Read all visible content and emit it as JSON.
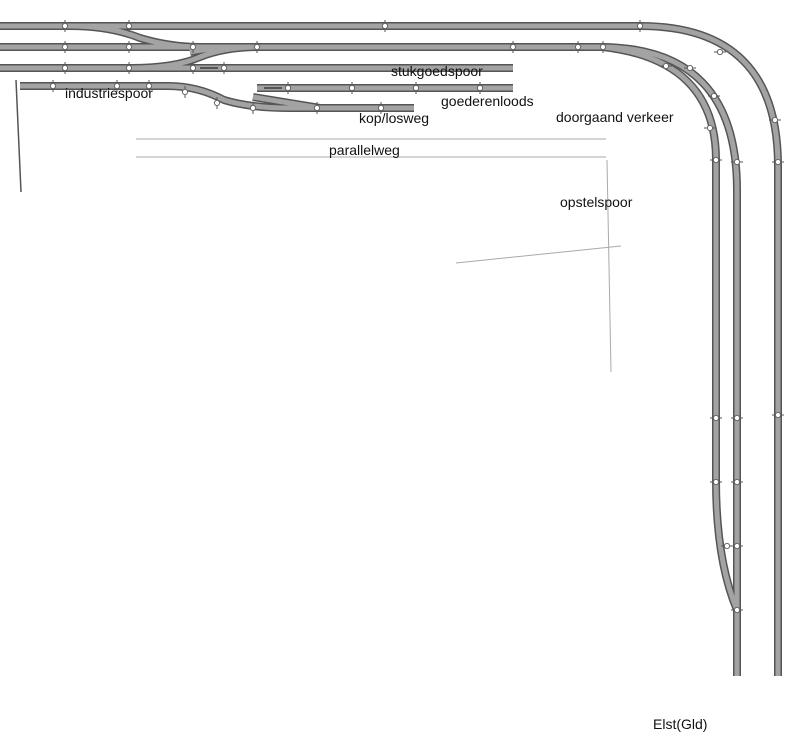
{
  "labels": {
    "stukgoedspoor": "stukgoedspoor",
    "industriespoor": "industriespoor",
    "goederenloods": "goederenloods",
    "kop_losweg": "kop/losweg",
    "doorgaand_verkeer": "doorgaand verkeer",
    "parallelweg": "parallelweg",
    "opstelspoor": "opstelspoor",
    "station": "Elst(Gld)"
  }
}
